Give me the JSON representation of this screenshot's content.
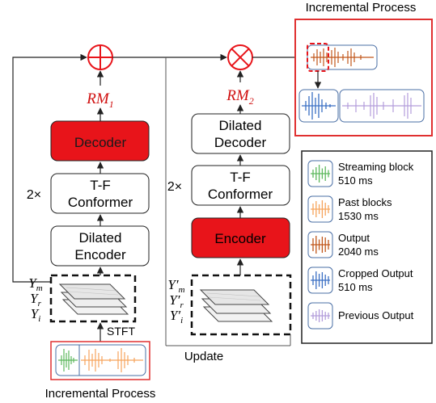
{
  "top_right_title": "Incremental Process",
  "bottom_left_title": "Incremental Process",
  "branch1": {
    "decoder_label": "Decoder",
    "conformer_line1": "T-F",
    "conformer_line2": "Conformer",
    "conformer_repeat": "2×",
    "encoder_line1": "Dilated",
    "encoder_line2": "Encoder",
    "mask_label": "RM",
    "mask_sub": "1",
    "combine_op": "add"
  },
  "branch2": {
    "decoder_line1": "Dilated",
    "decoder_line2": "Decoder",
    "conformer_line1": "T-F",
    "conformer_line2": "Conformer",
    "conformer_repeat": "2×",
    "encoder_label": "Encoder",
    "mask_label": "RM",
    "mask_sub": "2",
    "combine_op": "multiply"
  },
  "inputs_left": {
    "y_m": "Y",
    "m_sub": "m",
    "y_r": "Y",
    "r_sub": "r",
    "y_i": "Y",
    "i_sub": "i"
  },
  "inputs_right": {
    "y_m": "Y′",
    "m_sub": "m",
    "y_r": "Y′",
    "r_sub": "r",
    "y_i": "Y′",
    "i_sub": "i"
  },
  "stft_label": "STFT",
  "update_label": "Update",
  "legend": {
    "items": [
      {
        "line1": "Streaming block",
        "line2": "510 ms",
        "icon": "green-waveform-icon",
        "color": "#5cb85c"
      },
      {
        "line1": "Past blocks",
        "line2": "1530 ms",
        "icon": "orange-waveform-icon",
        "color": "#f6a45c"
      },
      {
        "line1": "Output",
        "line2": "2040 ms",
        "icon": "brown-waveform-icon",
        "color": "#c0561a"
      },
      {
        "line1": "Cropped Output",
        "line2": "510 ms",
        "icon": "blue-waveform-icon",
        "color": "#3a6fc4"
      },
      {
        "line1": "Previous Output",
        "line2": "",
        "icon": "purple-waveform-icon",
        "color": "#b39ddb"
      }
    ]
  },
  "colors": {
    "accent_red": "#e8141a",
    "red_text": "#d01010",
    "border": "#222222"
  }
}
